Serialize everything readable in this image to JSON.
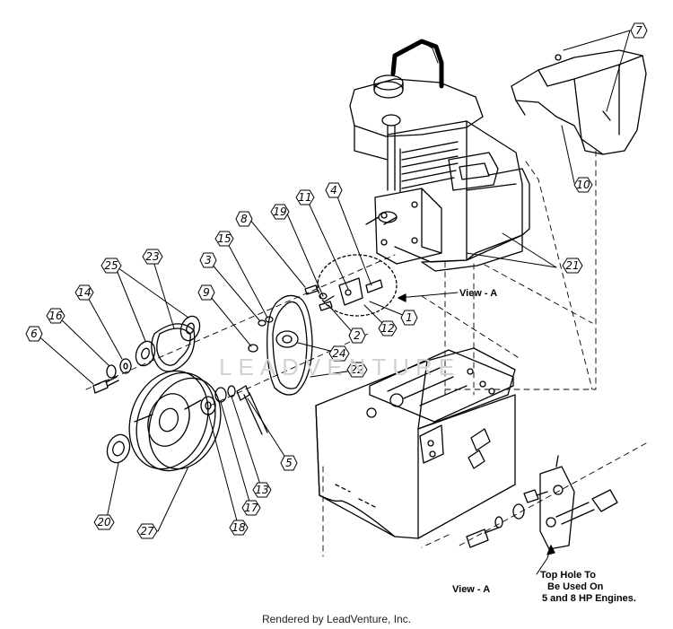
{
  "diagram": {
    "part_numbers": [
      "1",
      "2",
      "3",
      "4",
      "5",
      "6",
      "7",
      "8",
      "10",
      "11",
      "12",
      "13",
      "14",
      "15",
      "16",
      "17",
      "18",
      "19",
      "20",
      "21",
      "22",
      "23",
      "24",
      "25",
      "27"
    ],
    "view_a_label": "View - A",
    "view_a_caption": "View - A",
    "note_lines": [
      "Top Hole To",
      "Be Used On",
      "5 and 8 HP Engines."
    ],
    "watermark": "LEADVENTURE"
  },
  "footer": {
    "text": "Rendered by LeadVenture, Inc."
  }
}
